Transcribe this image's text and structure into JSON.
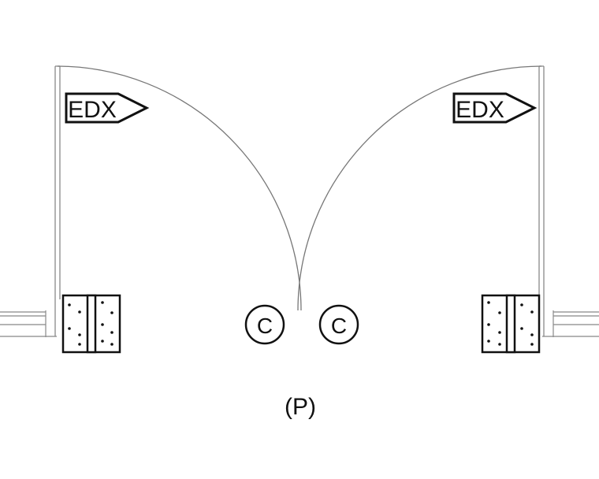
{
  "doors": {
    "left": {
      "tag": "EDX",
      "closer_label": "C"
    },
    "right": {
      "tag": "EDX",
      "closer_label": "C"
    }
  },
  "caption": "(P)",
  "colors": {
    "line": "#111111",
    "swing": "#777777",
    "frame": "#888888",
    "background": "#ffffff"
  }
}
